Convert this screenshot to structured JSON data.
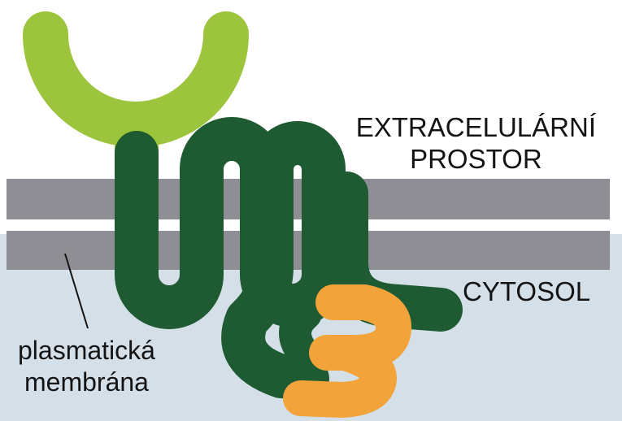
{
  "labels": {
    "extracellular_line1": "EXTRACELULÁRNÍ",
    "extracellular_line2": "PROSTOR",
    "cytosol": "CYTOSOL",
    "membrane_line1": "plasmatická",
    "membrane_line2": "membrána"
  },
  "colors": {
    "background": "#ffffff",
    "cytosol_fill": "#d4dfe8",
    "membrane_layer": "#8e8e94",
    "receptor_domain": "#9cc43c",
    "transmembrane_chain": "#1e5a32",
    "cytoplasmic_domain": "#f2a33a",
    "text": "#141414"
  }
}
